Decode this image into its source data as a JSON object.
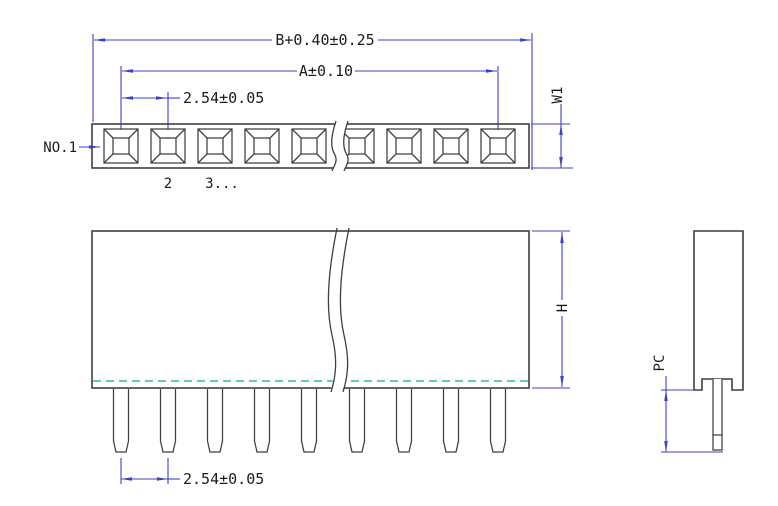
{
  "drawing": {
    "type": "connector-technical-drawing",
    "colors": {
      "outline": "#3f3f3f",
      "dimension_line": "#4040c2",
      "text": "#1c1c1c",
      "pcb_dashed_line": "#63ccb2",
      "background": "#ffffff"
    },
    "top_view": {
      "pin1_label": "NO.1",
      "pin2_label": "2",
      "pin3_label": "3...",
      "dim_overall": "B+0.40±0.25",
      "dim_span": "A±0.10",
      "dim_pitch": "2.54±0.05",
      "dim_width": "W1",
      "socket_centers": [
        121,
        168,
        215,
        262,
        309,
        357,
        404,
        451,
        498
      ]
    },
    "front_view": {
      "dim_height": "H",
      "dim_pitch": "2.54±0.05",
      "pin_centers": [
        121,
        168,
        215,
        262,
        309,
        357,
        404,
        451,
        498
      ]
    },
    "side_view": {
      "dim_pin_length": "PC"
    }
  }
}
